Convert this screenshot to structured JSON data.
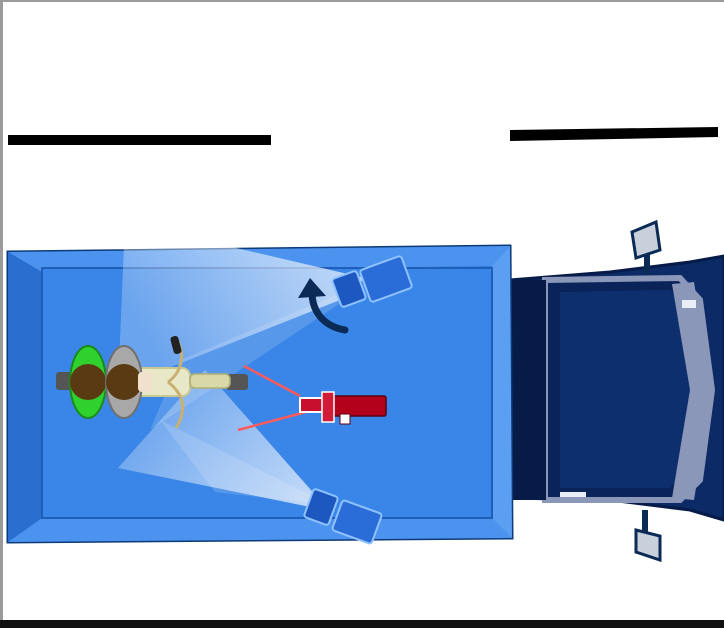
{
  "scene": {
    "background": "#ffffff",
    "frame_color": "#9a9a9a",
    "lane_marking_color": "#000000",
    "stage_color": "#3a86e8",
    "stage_edge_color": "#1f5fb8",
    "stage_border_color": "#0d3a78",
    "truck_color": "#0c2a66",
    "truck_dark_color": "#061b47",
    "truck_stripe_color": "#8a97b8",
    "light_beam_color": "#ffffff",
    "camera_color": "#b3001b",
    "camera_ray_color": "#ff5a5a",
    "arrow_color": "#0b2a55",
    "lamp_color": "#2a6cd8",
    "performer_helmet_color": "#2fd12f",
    "performer_hair_color": "#5a3a12",
    "motorcycle_color": "#d8d8a8",
    "icons": [
      "stage-platform",
      "truck-cab",
      "spotlight-top",
      "spotlight-bottom",
      "light-beam",
      "rotate-arrow",
      "video-camera",
      "motorcycle",
      "performer",
      "side-mirror"
    ]
  }
}
